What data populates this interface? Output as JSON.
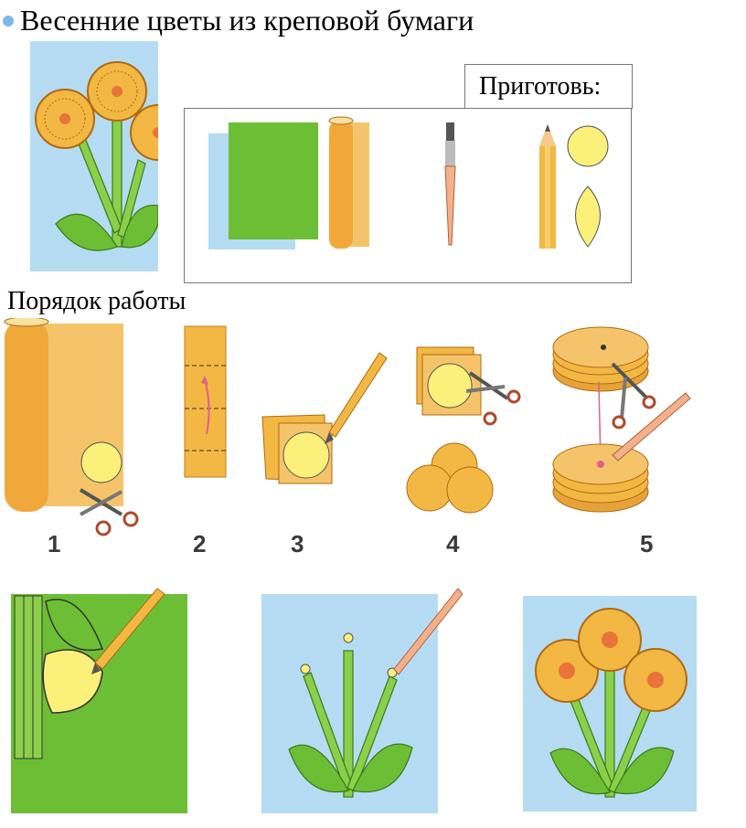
{
  "title": "Весенние цветы из креповой бумаги",
  "prepare": {
    "label": "Приготовь:"
  },
  "order": {
    "label": "Порядок работы"
  },
  "steps": [
    {
      "number": "1"
    },
    {
      "number": "2"
    },
    {
      "number": "3"
    },
    {
      "number": "4"
    },
    {
      "number": "5"
    }
  ],
  "icons": [
    "bullet-icon",
    "blue-paper-icon",
    "green-paper-icon",
    "crepe-roll-icon",
    "brush-icon",
    "pencil-icon",
    "circle-template-icon",
    "leaf-template-icon",
    "scissors-icon"
  ],
  "colors": {
    "bullet": "#7ab8e6",
    "sky": "#b5dcf2",
    "grass": "#6cbf35",
    "crepe": "#f2b843",
    "template": "#fbf07a",
    "stem": "#8ccf4a"
  }
}
